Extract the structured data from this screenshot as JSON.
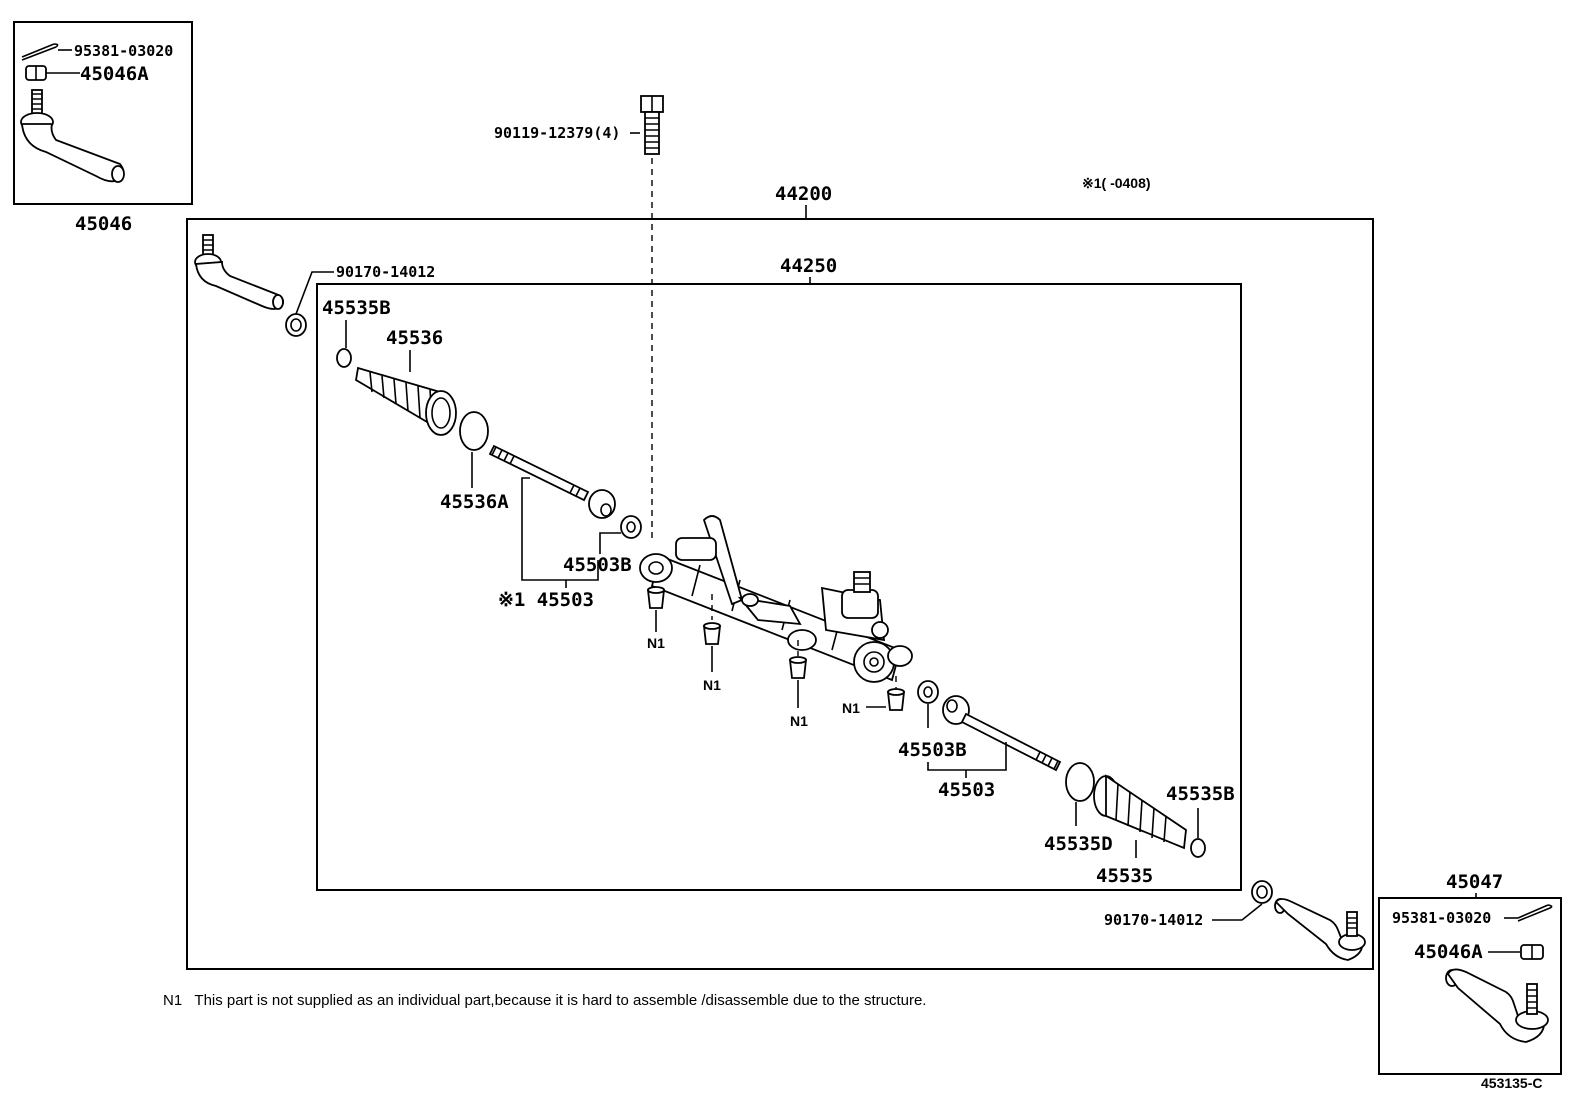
{
  "labels": {
    "inset_top_left": {
      "part": "45046",
      "cotter_pin": "95381-03020",
      "nut": "45046A"
    },
    "inset_bottom_right": {
      "part": "45047",
      "cotter_pin": "95381-03020",
      "nut": "45046A"
    },
    "bolt": "90119-12379(4)",
    "assembly": "44200",
    "rack_sub_assembly": "44250",
    "date_note": "※1(     -0408)",
    "lock_nut_left": "90170-14012",
    "lock_nut_right": "90170-14012",
    "clamp_left": "45535B",
    "boot_left": "45536",
    "clip_left": "45536A",
    "washer_left": "45503B",
    "tie_rod_left": "※1 45503",
    "washer_right": "45503B",
    "tie_rod_right": "45503",
    "clip_right": "45535D",
    "boot_right": "45535",
    "clamp_right": "45535B",
    "n1_a": "N1",
    "n1_b": "N1",
    "n1_c": "N1",
    "n1_d": "N1"
  },
  "footnote": "N1   This part is not supplied as an individual part,because it is hard to assemble /disassemble due to the structure.",
  "diagram_code": "453135-C"
}
